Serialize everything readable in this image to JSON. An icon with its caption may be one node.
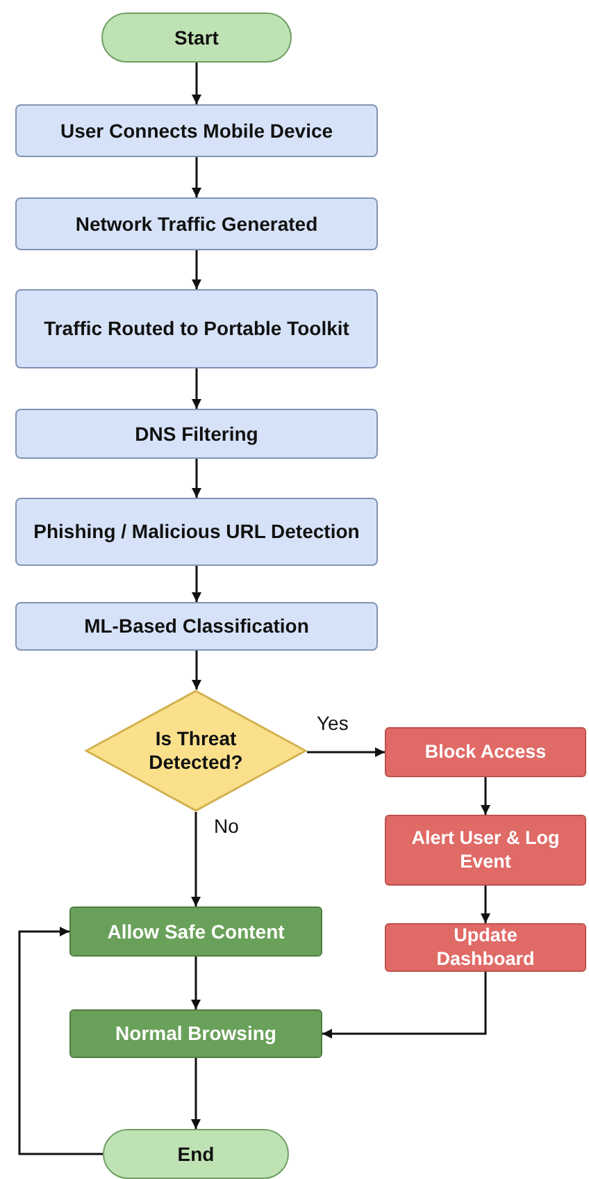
{
  "diagram": {
    "nodes": [
      {
        "text": [
          "Start"
        ]
      },
      {
        "text": [
          "User Connects Mobile Device"
        ]
      },
      {
        "text": [
          "Network Traffic Generated"
        ]
      },
      {
        "text": [
          "Traffic Routed to Portable Toolkit"
        ]
      },
      {
        "text": [
          "DNS Filtering"
        ]
      },
      {
        "text": [
          "Phishing / Malicious URL Detection"
        ]
      },
      {
        "text": [
          "ML-Based Classification"
        ]
      },
      {
        "text": [
          "Is Threat Detected?"
        ]
      },
      {
        "text": [
          "Block Access"
        ]
      },
      {
        "text": [
          "Alert User & Log Event"
        ]
      },
      {
        "text": [
          "Update Dashboard"
        ]
      },
      {
        "text": [
          "Allow Safe Content"
        ]
      },
      {
        "text": [
          "Normal Browsing"
        ]
      },
      {
        "text": [
          "End"
        ]
      }
    ],
    "edges": [
      {
        "from": 0,
        "to": 1,
        "arrow": "to"
      },
      {
        "from": 1,
        "to": 2,
        "arrow": "to"
      },
      {
        "from": 2,
        "to": 3,
        "arrow": "to"
      },
      {
        "from": 3,
        "to": 4,
        "arrow": "to"
      },
      {
        "from": 4,
        "to": 5,
        "arrow": "to"
      },
      {
        "from": 5,
        "to": 6,
        "arrow": "to"
      },
      {
        "from": 6,
        "to": 7,
        "arrow": "to"
      },
      {
        "from": 7,
        "to": 8,
        "arrow": "to",
        "label": "Yes"
      },
      {
        "from": 7,
        "to": 11,
        "arrow": "to",
        "label": "No"
      },
      {
        "from": 8,
        "to": 9,
        "arrow": "to"
      },
      {
        "from": 9,
        "to": 10,
        "arrow": "to"
      },
      {
        "from": 10,
        "to": 12,
        "arrow": "to"
      },
      {
        "from": 11,
        "to": 12,
        "arrow": "to"
      },
      {
        "from": 12,
        "to": 13,
        "arrow": "to"
      },
      {
        "from": 13,
        "to": 11,
        "arrow": "to"
      }
    ]
  }
}
